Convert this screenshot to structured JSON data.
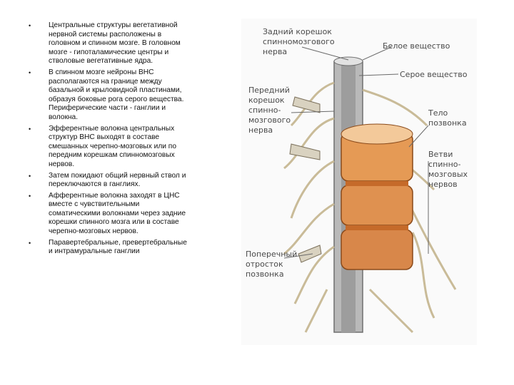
{
  "bullets": [
    "Центральные структуры вегетативной нервной системы расположены в головном и спинном мозге. В головном мозге - гипоталамические центры и стволовые вегетативные ядра.",
    " В спинном мозге нейроны ВНС располагаются на границе между базальной и крыловидной пластинами, образуя боковые рога серого вещества. Периферические части - ганглии и волокна.",
    "Эфферентные волокна центральных структур ВНС выходят в составе смешанных черепно-мозговых или по передним корешкам спинномозговых нервов.",
    "Затем покидают общий нервный ствол и переключаются в ганглиях.",
    "Афферентные волокна заходят в ЦНС вместе с чувствительными соматическими волокнами через задние корешки спинного мозга или в составе черепно-мозговых нервов.",
    "Паравертебральные, превертебральные и интрамуральные ганглии"
  ],
  "figure": {
    "labels": {
      "posterior_root": [
        "Задний корешок",
        "спинномозгового",
        "нерва"
      ],
      "white_matter": "Белое вещество",
      "gray_matter": "Серое вещество",
      "anterior_root": [
        "Передний",
        "корешок",
        "спинно-",
        "мозгового",
        "нерва"
      ],
      "vertebral_body": [
        "Тело",
        "позвонка"
      ],
      "spinal_branches": [
        "Ветви",
        "спинно-",
        "мозговых",
        "нервов"
      ],
      "transverse_process": [
        "Поперечный",
        "отросток",
        "позвонка"
      ]
    },
    "colors": {
      "vertebra": "#e59a55",
      "vertebra_dark": "#c56a2a",
      "cord": "#b9b9b9",
      "nerve": "#d8ccb0",
      "label": "#4a4a4a"
    }
  }
}
